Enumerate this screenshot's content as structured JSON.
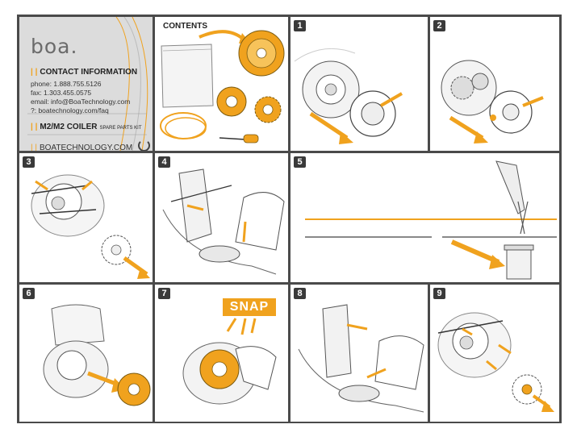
{
  "brand": {
    "logo": "boa.",
    "contact_heading": "CONTACT INFORMATION",
    "phone": "phone: 1.888.755.5126",
    "fax": "fax: 1.303.455.0575",
    "email": "email: info@BoaTechnology.com",
    "faq": "?: boatechnology.com/faq",
    "kit_title": "M2/M2 COILER",
    "kit_subtitle": "SPARE PARTS KIT",
    "url": "BOATECHNOLOGY.COM",
    "bars": "| |",
    "accent_color": "#f0a21e"
  },
  "contents": {
    "title": "CONTENTS"
  },
  "steps": [
    {
      "number": "1"
    },
    {
      "number": "2"
    },
    {
      "number": "3"
    },
    {
      "number": "4"
    },
    {
      "number": "5"
    },
    {
      "number": "6"
    },
    {
      "number": "7"
    },
    {
      "number": "8"
    },
    {
      "number": "9"
    }
  ],
  "snap_label": "SNAP",
  "icons": [
    "refresh-icon",
    "arrow-icon",
    "coiler-dial-icon",
    "gear-icon",
    "trash-can-icon",
    "screwdriver-icon",
    "lace-coil-icon",
    "scissors-icon"
  ]
}
